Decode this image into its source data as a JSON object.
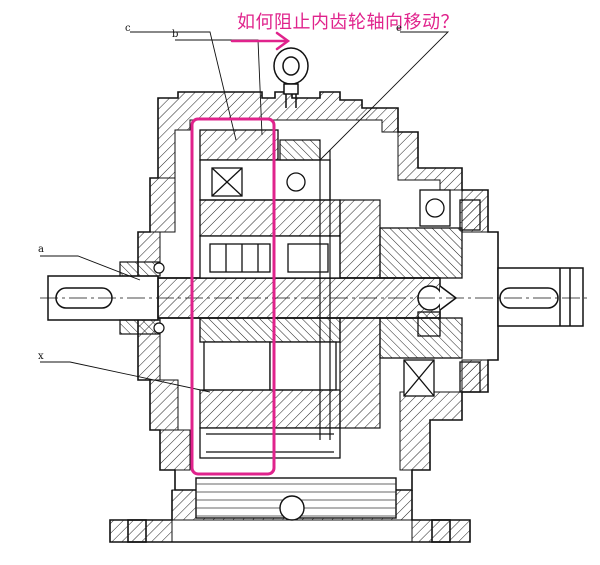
{
  "annotation": {
    "question": "如何阻止内齿轮轴向移动？",
    "color": "#e0238c"
  },
  "labels": {
    "a": "a",
    "b": "b",
    "c": "c",
    "e": "e",
    "x": "x"
  },
  "icons": {
    "pointer": "right-arrow-icon",
    "highlight": "highlight-rectangle"
  },
  "colors": {
    "line": "#111111",
    "highlight": "#e0238c",
    "background": "#ffffff"
  }
}
